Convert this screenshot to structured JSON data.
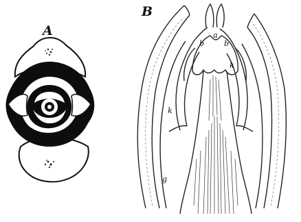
{
  "figure": {
    "panels": [
      {
        "id": "A",
        "label": "A"
      },
      {
        "id": "B",
        "label": "B"
      }
    ],
    "part_labels": {
      "a": "a",
      "b_left": "b",
      "b_right": "b",
      "k_top": "k",
      "k_mid": "k",
      "g": "g"
    }
  }
}
